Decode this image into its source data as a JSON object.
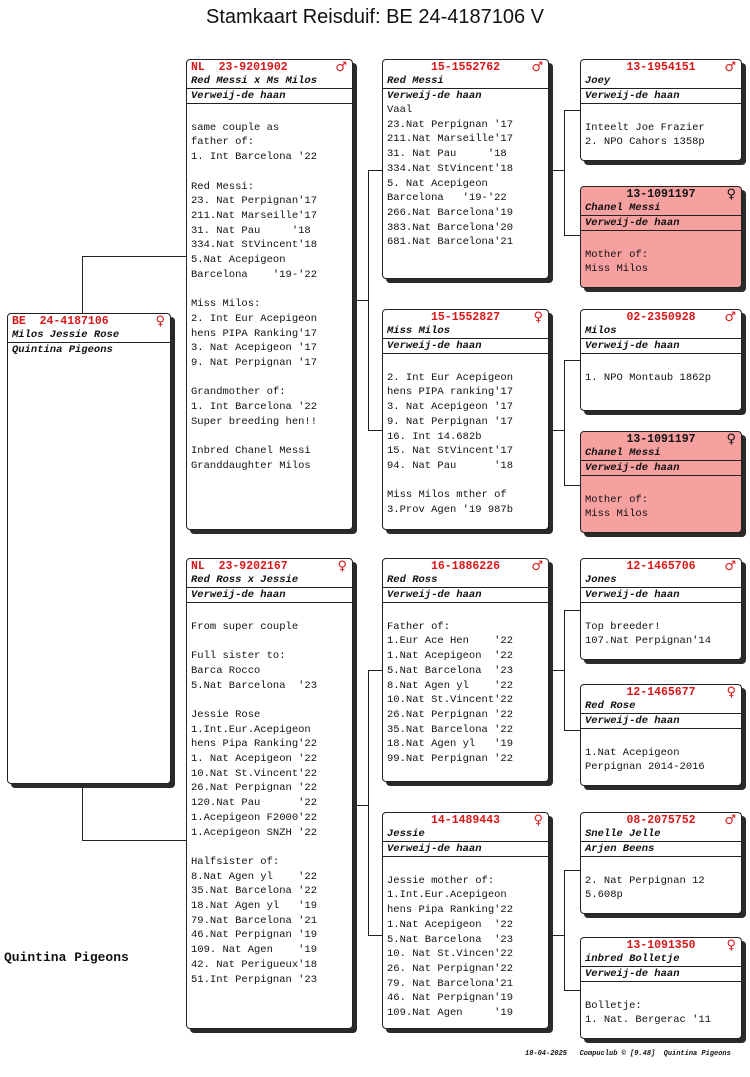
{
  "title": "Stamkaart Reisduif: BE  24-4187106 V",
  "brand": "Quintina Pigeons",
  "footer": "10-04-2025   Compuclub © [9.48]  Quintina Pigeons",
  "cards": {
    "subject": {
      "ring": "BE  24-4187106",
      "sex": "♀",
      "name": "Milos Jessie Rose",
      "owner": "Quintina Pigeons",
      "body": ""
    },
    "father": {
      "ring": "NL  23-9201902",
      "sex": "♂",
      "name": "Red Messi x Ms Milos",
      "owner": "Verweij-de haan",
      "body": "\nsame couple as\nfather of:\n1. Int Barcelona '22\n\nRed Messi:\n23. Nat Perpignan'17\n211.Nat Marseille'17\n31. Nat Pau     '18\n334.Nat StVincent'18\n5.Nat Acepigeon\nBarcelona    '19-'22\n\nMiss Milos:\n2. Int Eur Acepigeon\nhens PIPA Ranking'17\n3. Nat Acepigeon '17\n9. Nat Perpignan '17\n\nGrandmother of:\n1. Int Barcelona '22\nSuper breeding hen!!\n\nInbred Chanel Messi\nGranddaughter Milos"
    },
    "mother": {
      "ring": "NL  23-9202167",
      "sex": "♀",
      "name": "Red Ross x Jessie",
      "owner": "Verweij-de haan",
      "body": "\nFrom super couple\n\nFull sister to:\nBarca Rocco\n5.Nat Barcelona  '23\n\nJessie Rose\n1.Int.Eur.Acepigeon\nhens Pipa Ranking'22\n1. Nat Acepigeon '22\n10.Nat St.Vincent'22\n26.Nat Perpignan '22\n120.Nat Pau      '22\n1.Acepigeon F2000'22\n1.Acepigeon SNZH '22\n\nHalfsister of:\n8.Nat Agen yl    '22\n35.Nat Barcelona '22\n18.Nat Agen yl   '19\n79.Nat Barcelona '21\n46.Nat Perpignan '19\n109. Nat Agen    '19\n42. Nat Perigueux'18\n51.Int Perpignan '23"
    },
    "ff": {
      "ring": "15-1552762",
      "sex": "♂",
      "name": "Red Messi",
      "owner": "Verweij-de haan",
      "body": "Vaal\n23.Nat Perpignan '17\n211.Nat Marseille'17\n31. Nat Pau     '18\n334.Nat StVincent'18\n5. Nat Acepigeon\nBarcelona   '19-'22\n266.Nat Barcelona'19\n383.Nat Barcelona'20\n681.Nat Barcelona'21"
    },
    "fm": {
      "ring": "15-1552827",
      "sex": "♀",
      "name": "Miss Milos",
      "owner": "Verweij-de haan",
      "body": "\n2. Int Eur Acepigeon\nhens PIPA ranking'17\n3. Nat Acepigeon '17\n9. Nat Perpignan '17\n16. Int 14.682b\n15. Nat StVincent'17\n94. Nat Pau      '18\n\nMiss Milos mther of\n3.Prov Agen '19 987b"
    },
    "mf": {
      "ring": "16-1886226",
      "sex": "♂",
      "name": "Red Ross",
      "owner": "Verweij-de haan",
      "body": "\nFather of:\n1.Eur Ace Hen    '22\n1.Nat Acepigeon  '22\n5.Nat Barcelona  '23\n8.Nat Agen yl    '22\n10.Nat St.Vincent'22\n26.Nat Perpignan '22\n35.Nat Barcelona '22\n18.Nat Agen yl   '19\n99.Nat Perpignan '22"
    },
    "mm": {
      "ring": "14-1489443",
      "sex": "♀",
      "name": "Jessie",
      "owner": "Verweij-de haan",
      "body": "\nJessie mother of:\n1.Int.Eur.Acepigeon\nhens Pipa Ranking'22\n1.Nat Acepigeon  '22\n5.Nat Barcelona  '23\n10. Nat St.Vincen'22\n26. Nat Perpignan'22\n79. Nat Barcelona'21\n46. Nat Perpignan'19\n109.Nat Agen     '19"
    },
    "fff": {
      "ring": "13-1954151",
      "sex": "♂",
      "name": "Joey",
      "owner": "Verweij-de haan",
      "body": "\nInteelt Joe Frazier\n2. NPO Cahors 1358p"
    },
    "ffm": {
      "ring": "13-1091197",
      "sex": "♀",
      "name": "Chanel Messi",
      "owner": "Verweij-de haan",
      "body": "\nMother of:\nMiss Milos"
    },
    "fmf": {
      "ring": "02-2350928",
      "sex": "♂",
      "name": "Milos",
      "owner": "Verweij-de haan",
      "body": "\n1. NPO Montaub 1862p"
    },
    "fmm": {
      "ring": "13-1091197",
      "sex": "♀",
      "name": "Chanel Messi",
      "owner": "Verweij-de haan",
      "body": "\nMother of:\nMiss Milos"
    },
    "mff": {
      "ring": "12-1465706",
      "sex": "♂",
      "name": "Jones",
      "owner": "Verweij-de haan",
      "body": "\nTop breeder!\n107.Nat Perpignan'14"
    },
    "mfm": {
      "ring": "12-1465677",
      "sex": "♀",
      "name": "Red Rose",
      "owner": "Verweij-de haan",
      "body": "\n1.Nat Acepigeon\nPerpignan 2014-2016"
    },
    "mmf": {
      "ring": "08-2075752",
      "sex": "♂",
      "name": "Snelle Jelle",
      "owner": "Arjen Beens",
      "body": "\n2. Nat Perpignan 12\n5.608p"
    },
    "mmm": {
      "ring": "13-1091350",
      "sex": "♀",
      "name": "inbred Bolletje",
      "owner": "Verweij-de haan",
      "body": "\nBolletje:\n1. Nat. Bergerac '11"
    }
  }
}
